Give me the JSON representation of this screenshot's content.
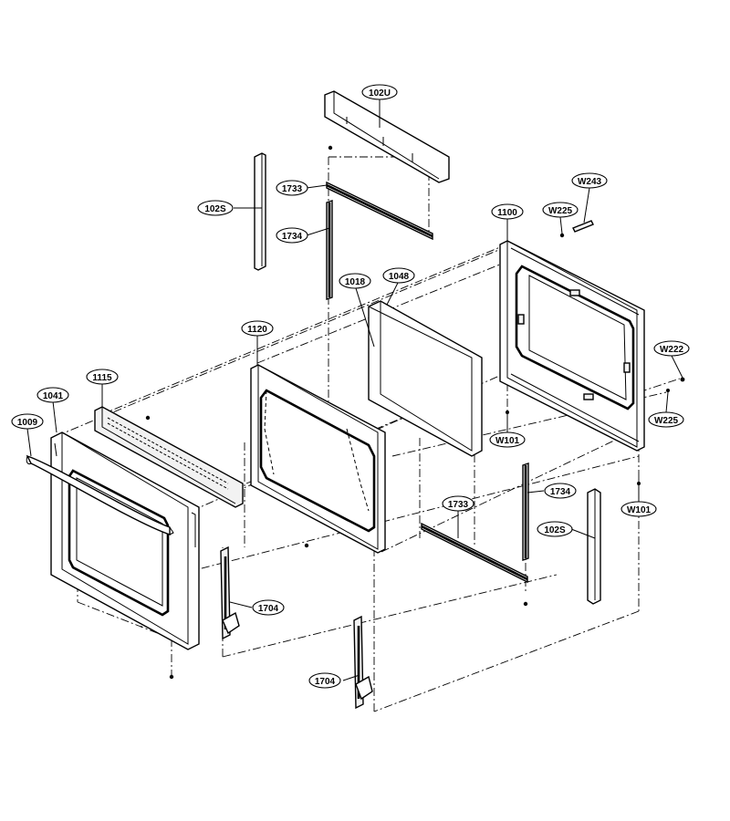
{
  "callouts": {
    "c102U": "102U",
    "c102S_top": "102S",
    "c1733_top": "1733",
    "c1734_top": "1734",
    "c1018": "1018",
    "c1048": "1048",
    "c1100": "1100",
    "cW225_top": "W225",
    "cW243": "W243",
    "cW222": "W222",
    "cW225_right": "W225",
    "cW101_mid": "W101",
    "cW101_low": "W101",
    "c1120": "1120",
    "c1115": "1115",
    "c1041": "1041",
    "c1009": "1009",
    "c1733_low": "1733",
    "c1734_low": "1734",
    "c102S_low": "102S",
    "c1704_left": "1704",
    "c1704_center": "1704"
  }
}
